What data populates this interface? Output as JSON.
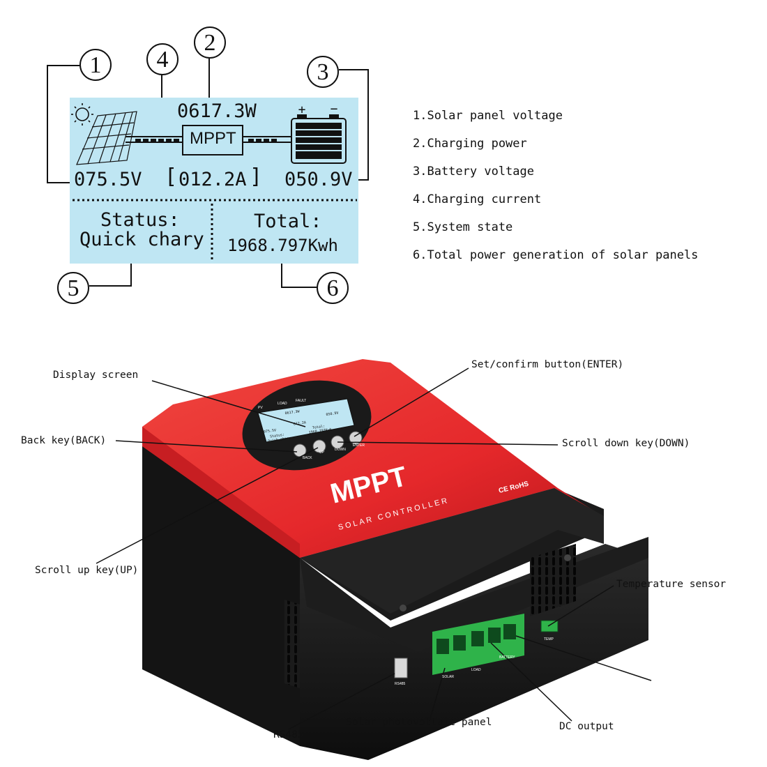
{
  "lcd": {
    "power": "0617.3W",
    "mppt": "MPPT",
    "pv_voltage": "075.5V",
    "current": "012.2A",
    "battery_voltage": "050.9V",
    "status_title": "Status:",
    "status_value": "Quick chary",
    "total_title": "Total:",
    "total_value": "1968.797Kwh",
    "background_color": "#bfe6f3"
  },
  "callouts": [
    "1",
    "2",
    "3",
    "4",
    "5",
    "6"
  ],
  "legend": [
    "1.Solar panel voltage",
    "2.Charging power",
    "3.Battery voltage",
    "4.Charging current",
    "5.System state",
    "6.Total power generation of solar panels"
  ],
  "device": {
    "brand": "MPPT",
    "subtitle": "SOLAR CONTROLLER",
    "cert": "CE RoHS",
    "mini_lcd": {
      "power": "0617.3W",
      "pv": "075.5V",
      "current": "012.2A",
      "battery": "050.9V",
      "status_title": "Status:",
      "status_value": "Quick chary",
      "total_title": "Total:",
      "total_value": "1968.797Kwh"
    },
    "top_labels": [
      "PV",
      "LOAD",
      "FAULT"
    ],
    "button_labels": [
      "BACK",
      "UP",
      "DOWN",
      "ENTER"
    ],
    "terminal_labels": [
      "SOLAR",
      "LOAD",
      "BATTERY"
    ],
    "ports": {
      "rs485": "RS485",
      "temp": "TEMP"
    },
    "colors": {
      "shell": "#e5282b",
      "base": "#161616",
      "terminal": "#2fb34a"
    }
  },
  "labels": {
    "display_screen": "Display screen",
    "set_confirm": "Set/confirm button(ENTER)",
    "back_key": "Back key(BACK)",
    "scroll_down": "Scroll down key(DOWN)",
    "scroll_up": "Scroll up key(UP)",
    "temperature_sensor": "Temperature sensor",
    "rs485": "RS485",
    "solar_panel": "Solar photovoltaic panel",
    "dc_output": "DC output"
  }
}
